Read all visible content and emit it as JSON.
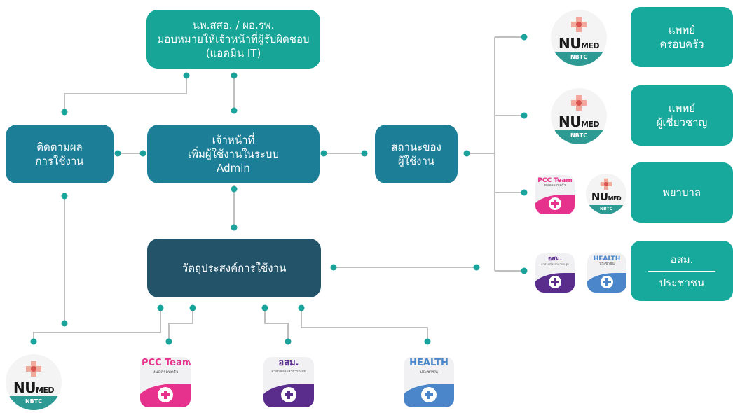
{
  "boxes": {
    "head_line1": "นพ.สสอ. / ผอ.รพ.",
    "head_line2": "มอบหมายให้เจ้าหน้าที่ผู้รับผิดชอบ",
    "head_line3": "(แอดมิน IT)",
    "follow_line1": "ติดตามผล",
    "follow_line2": "การใช้งาน",
    "staff_line1": "เจ้าหน้าที่",
    "staff_line2": "เพิ่มผู้ใช้งานในระบบ",
    "staff_line3": "Admin",
    "status_line1": "สถานะของ",
    "status_line2": "ผู้ใช้งาน",
    "purpose": "วัตถุประสงค์การใช้งาน"
  },
  "roles": {
    "family_line1": "แพทย์",
    "family_line2": "ครอบครัว",
    "specialist_line1": "แพทย์",
    "specialist_line2": "ผู้เชี่ยวชาญ",
    "nurse": "พยาบาล",
    "vhv_top": "อสม.",
    "vhv_bottom": "ประชาชน"
  },
  "logos": {
    "numed_main": "NU",
    "numed_sub": "MED",
    "numed_band": "NBTC",
    "pcc_title": "PCC Team",
    "pcc_sub": "หมอครอบครัว",
    "osm_title": "อสม.",
    "osm_sub": "อาสาสมัครสาธารณสุข",
    "health_title": "HEALTH",
    "health_sub": "ประชาชน"
  },
  "colors": {
    "teal": "#16a596",
    "blue": "#1c7f97",
    "navy": "#225369",
    "line": "#bfbfbf",
    "dot": "#1aa39a",
    "pcc": "#e6328c",
    "osm": "#5a2d8c",
    "health": "#4a86c9"
  }
}
